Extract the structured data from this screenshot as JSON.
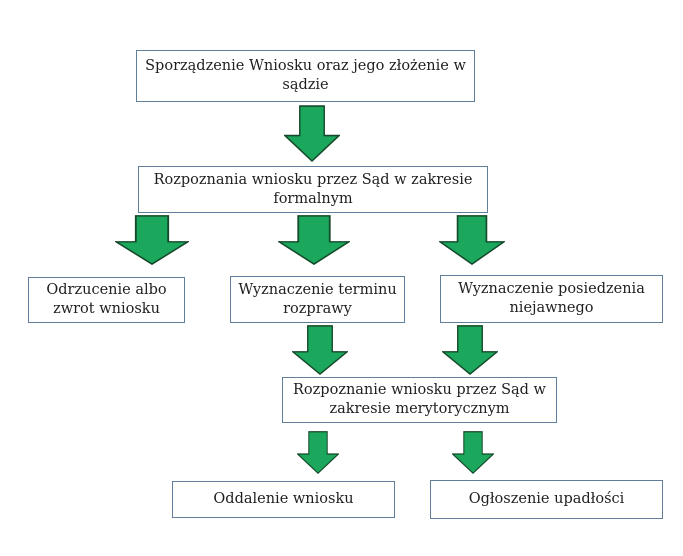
{
  "diagram": {
    "type": "flowchart",
    "colors": {
      "background": "#ffffff",
      "box_border": "#617e9b",
      "box_fill": "#ffffff",
      "arrow_fill": "#1ca85c",
      "arrow_stroke": "#14492a",
      "text": "#1f1f1f"
    },
    "nodes": {
      "start": {
        "label": "Sporządzenie Wniosku oraz jego złożenie w sądzie"
      },
      "formal": {
        "label": "Rozpoznania wniosku przez Sąd w zakresie formalnym"
      },
      "odrzucenie": {
        "label": "Odrzucenie albo zwrot wniosku"
      },
      "termin": {
        "label": "Wyznaczenie terminu rozprawy"
      },
      "posiedzenie": {
        "label": "Wyznaczenie posiedzenia niejawnego"
      },
      "merytoryczne": {
        "label": "Rozpoznanie wniosku przez Sąd w zakresie merytorycznym"
      },
      "oddalenie": {
        "label": "Oddalenie wniosku"
      },
      "ogloszenie": {
        "label": "Ogłoszenie upadłości"
      }
    },
    "edges": [
      {
        "from": "start",
        "to": "formal"
      },
      {
        "from": "formal",
        "to": "odrzucenie"
      },
      {
        "from": "formal",
        "to": "termin"
      },
      {
        "from": "formal",
        "to": "posiedzenie"
      },
      {
        "from": "termin",
        "to": "merytoryczne"
      },
      {
        "from": "posiedzenie",
        "to": "merytoryczne"
      },
      {
        "from": "merytoryczne",
        "to": "oddalenie"
      },
      {
        "from": "merytoryczne",
        "to": "ogloszenie"
      }
    ]
  }
}
